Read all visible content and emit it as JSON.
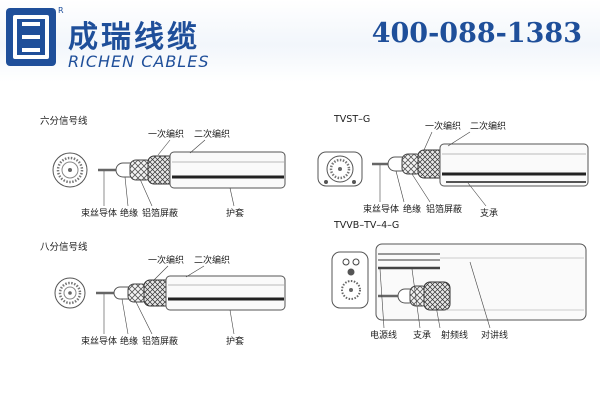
{
  "header": {
    "brand_cn": "成瑞线缆",
    "brand_en": "RICHEN CABLES",
    "registered_mark": "R",
    "phone": "400-088-1383",
    "brand_color": "#1f4f9a"
  },
  "panels": {
    "six": {
      "title": "六分信号线",
      "labels": {
        "first_braid": "一次编织",
        "second_braid": "二次编织",
        "conductor": "束丝导体",
        "insulation": "绝缘",
        "foil": "铝箔屏蔽",
        "jacket": "护套"
      }
    },
    "tvst": {
      "title": "TVST–G",
      "labels": {
        "first_braid": "一次编织",
        "second_braid": "二次编织",
        "conductor": "束丝导体",
        "insulation": "绝缘",
        "foil": "铝箔屏蔽",
        "support": "支承"
      }
    },
    "eight": {
      "title": "八分信号线",
      "labels": {
        "first_braid": "一次编织",
        "second_braid": "二次编织",
        "conductor": "束丝导体",
        "insulation": "绝缘",
        "foil": "铝箔屏蔽",
        "jacket": "护套"
      }
    },
    "tvvb": {
      "title": "TVVB–TV–4–G",
      "labels": {
        "power": "电源线",
        "support": "支承",
        "rf": "射频线",
        "intercom": "对讲线"
      }
    }
  }
}
